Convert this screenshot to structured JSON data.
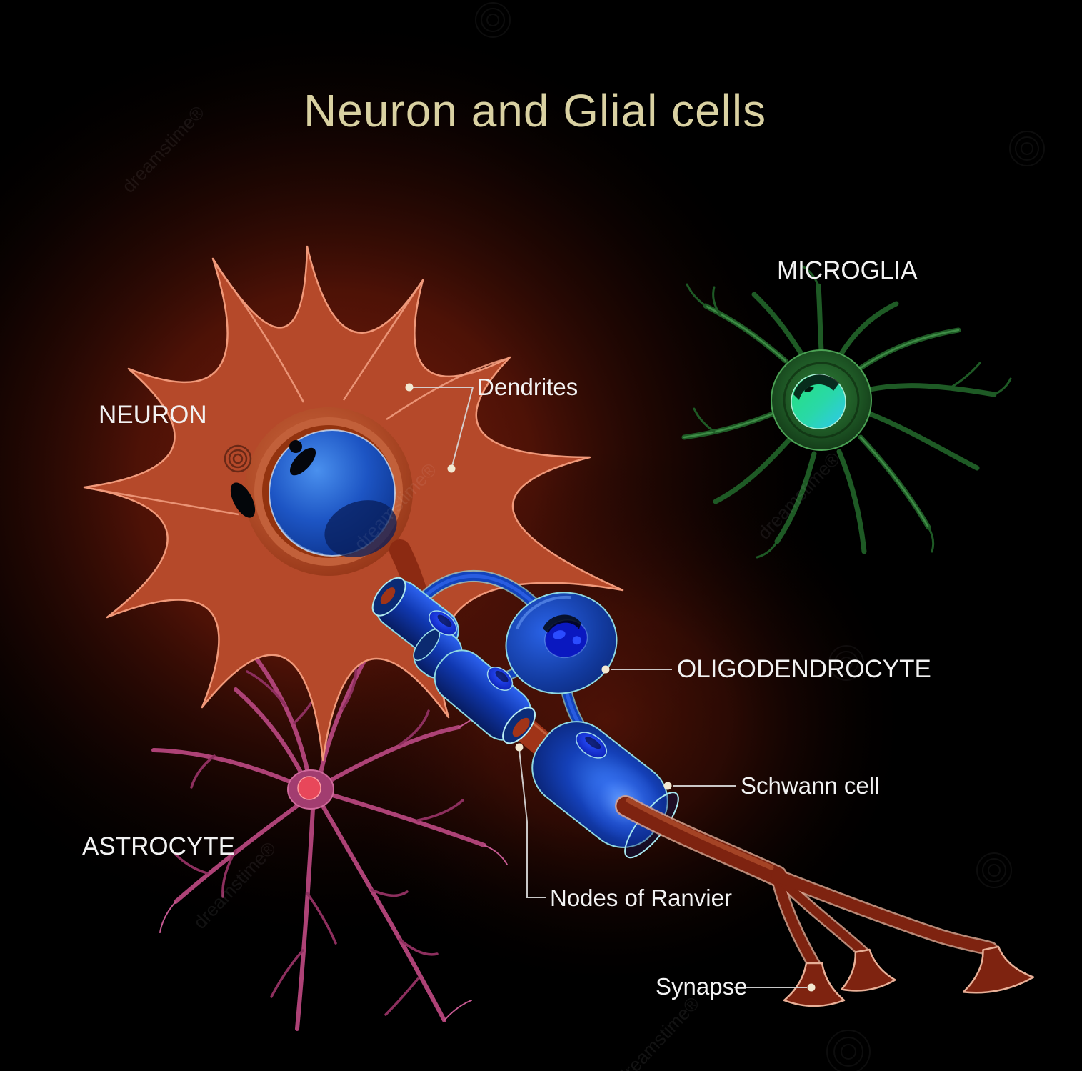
{
  "title": {
    "text": "Neuron and Glial cells",
    "color": "#d9d1a2"
  },
  "watermark": {
    "text": "dreamstime®"
  },
  "labels": {
    "neuron": "NEURON",
    "dendrites": "Dendrites",
    "microglia": "MICROGLIA",
    "oligodendrocyte": "OLIGODENDROCYTE",
    "schwann_cell": "Schwann cell",
    "nodes_of_ranvier": "Nodes of Ranvier",
    "synapse": "Synapse",
    "astrocyte": "ASTROCYTE"
  },
  "colors": {
    "background": "#000000",
    "background_glow": "#6b1a09",
    "label_text": "#f2f2f2",
    "neuron_body": "#b5492a",
    "neuron_outline": "#f0997a",
    "nucleus_blue": "#1d55c4",
    "myelin_blue": "#1038b0",
    "myelin_outline": "#8fd8e2",
    "node_red": "#a03418",
    "axon_red": "#7e2310",
    "astrocyte_magenta": "#ad4276",
    "astrocyte_nucleus": "#e8475a",
    "microglia_green": "#1e5a25",
    "microglia_nucleus_green": "#25e179",
    "microglia_nucleus_cyan": "#2fc7f0"
  }
}
